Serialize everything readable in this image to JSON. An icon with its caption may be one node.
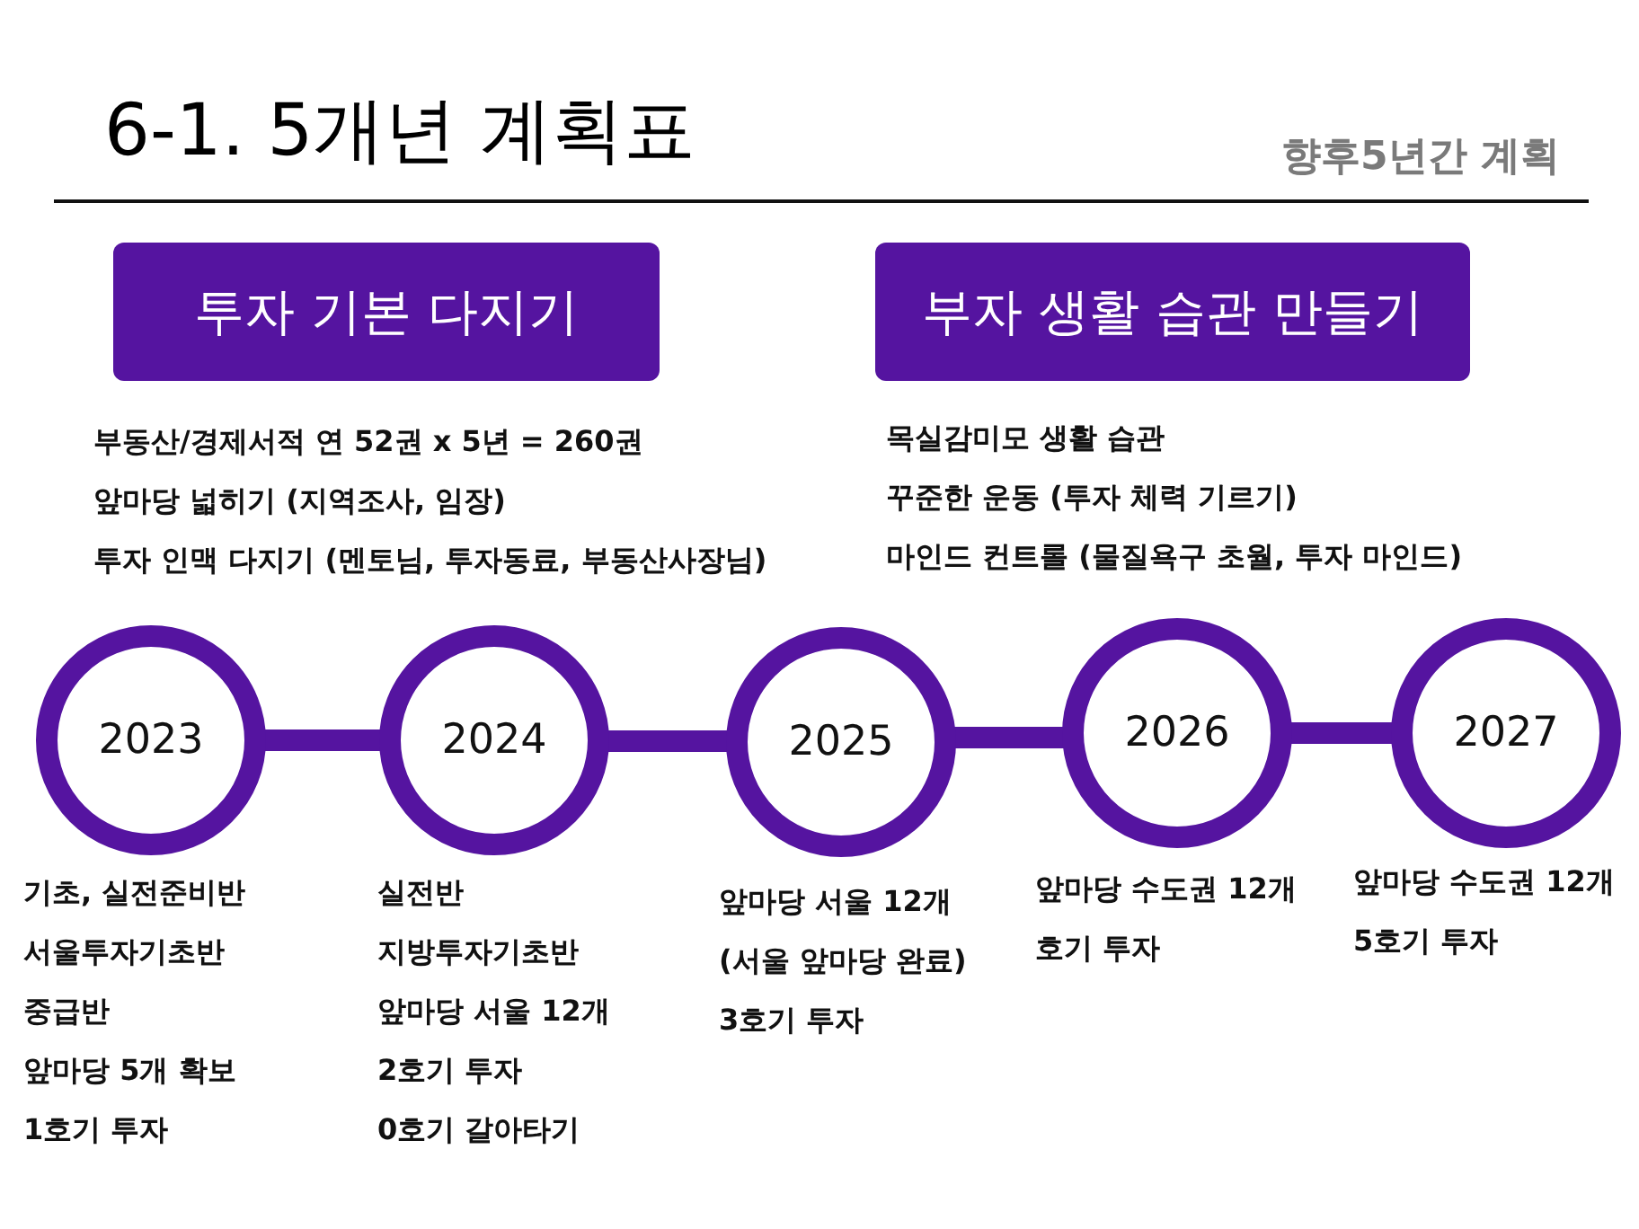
{
  "diagram": {
    "title": "6-1. 5개년 계획표",
    "nodes": [
      {
        "text": [
          "투자 기본 다지기"
        ],
        "beside": [
          "부동산/경제서적 연 52권 x 5년 = 260권",
          "앞마당 넓히기 (지역조사, 임장)",
          "투자 인맥 다지기 (멘토님, 투자동료, 부동산사장님)"
        ]
      },
      {
        "text": [
          "부자 생활 습관 만들기"
        ],
        "beside": [
          "목실감미모 생활 습관",
          "꾸준한 운동 (투자 체력 기르기)",
          "마인드 컨트롤 (물질욕구 초월, 투자 마인드)"
        ]
      },
      {
        "text": [
          "2023"
        ],
        "beside": [
          "기초, 실전준비반",
          "서울투자기초반",
          "중급반",
          "앞마당 5개 확보",
          "1호기 투자"
        ]
      },
      {
        "text": [
          "2024"
        ],
        "beside": [
          "실전반",
          "지방투자기초반",
          "앞마당 서울 12개",
          "2호기 투자",
          "0호기 갈아타기"
        ]
      },
      {
        "text": [
          "2025"
        ],
        "beside": [
          "앞마당 서울 12개",
          "(서울 앞마당 완료)",
          "3호기 투자"
        ]
      },
      {
        "text": [
          "2026"
        ],
        "beside": [
          "앞마당 수도권 12개",
          "호기 투자"
        ]
      },
      {
        "text": [
          "2027"
        ],
        "beside": [
          "앞마당 수도권 12개",
          "5호기 투자"
        ]
      }
    ],
    "edges": [
      {
        "from": 2,
        "to": 3,
        "arrow": "none"
      },
      {
        "from": 3,
        "to": 4,
        "arrow": "none"
      },
      {
        "from": 4,
        "to": 5,
        "arrow": "none"
      },
      {
        "from": 5,
        "to": 6,
        "arrow": "none"
      }
    ],
    "labels": [
      "향후5년간 계획"
    ]
  }
}
